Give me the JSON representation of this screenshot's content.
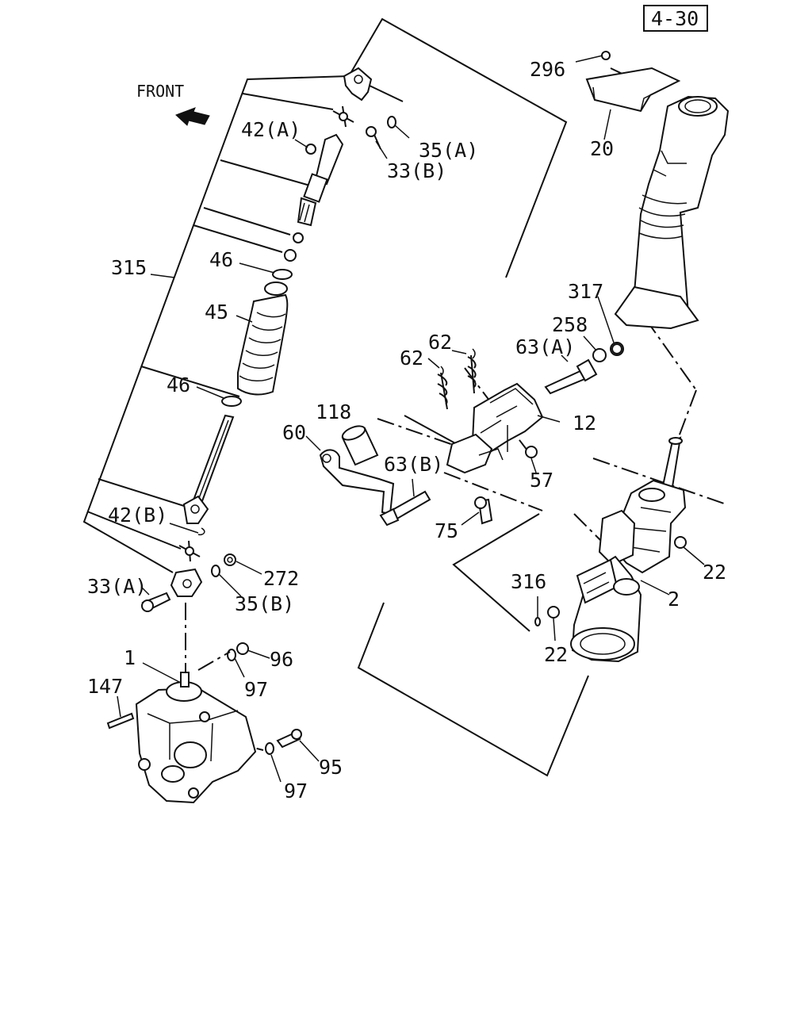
{
  "ref_box": "4-30",
  "front_label": "FRONT",
  "labels": {
    "p296": "296",
    "p20": "20",
    "p42a": "42(A)",
    "p35a": "35(A)",
    "p33b": "33(B)",
    "p315": "315",
    "p46_top": "46",
    "p45": "45",
    "p46_bottom": "46",
    "p317": "317",
    "p258": "258",
    "p62_upper": "62",
    "p62_lower": "62",
    "p63a": "63(A)",
    "p118": "118",
    "p12": "12",
    "p60": "60",
    "p63b": "63(B)",
    "p57": "57",
    "p75": "75",
    "p42b": "42(B)",
    "p272": "272",
    "p33a": "33(A)",
    "p35b": "35(B)",
    "p316": "316",
    "p22_right": "22",
    "p2": "2",
    "p22_lower": "22",
    "p1": "1",
    "p96": "96",
    "p147": "147",
    "p97_upper": "97",
    "p95": "95",
    "p97_lower": "97"
  }
}
